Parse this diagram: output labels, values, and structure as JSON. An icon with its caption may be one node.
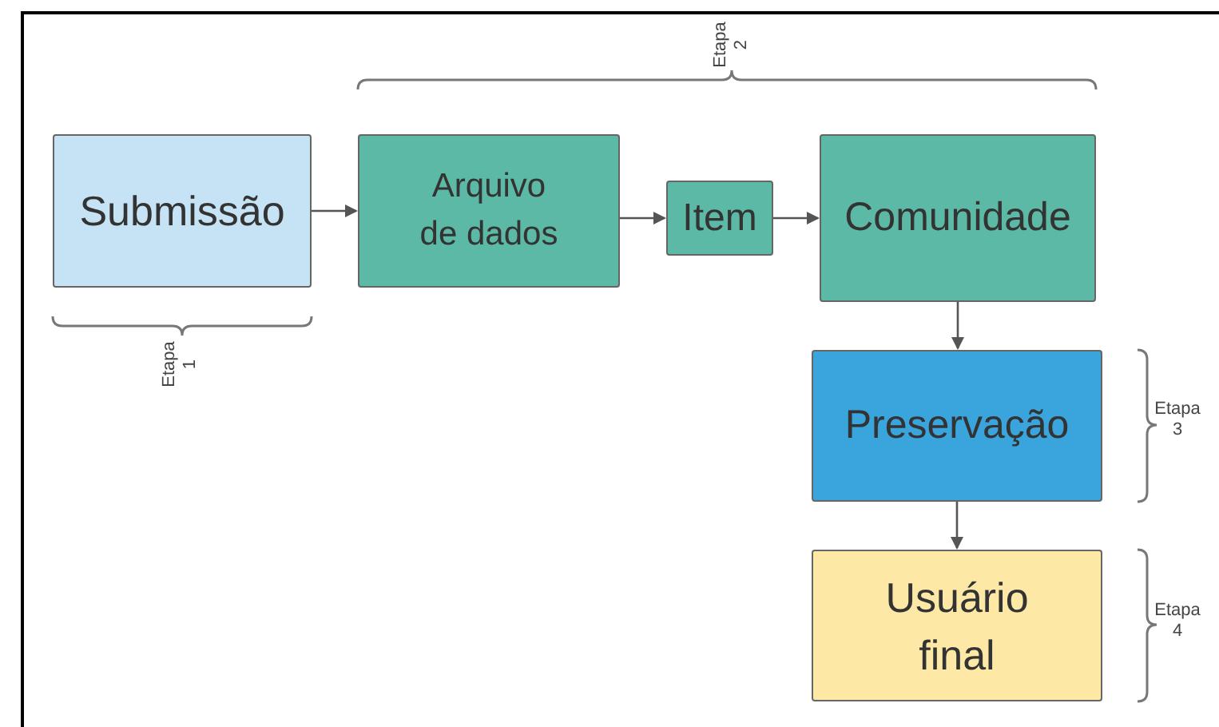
{
  "diagram": {
    "nodes": [
      {
        "text": [
          "Submissão"
        ]
      },
      {
        "text": [
          "Arquivo de dados"
        ]
      },
      {
        "text": [
          "Item"
        ]
      },
      {
        "text": [
          "Comunidade"
        ]
      },
      {
        "text": [
          "Preservação"
        ]
      },
      {
        "text": [
          "Usuário final"
        ]
      }
    ],
    "edges": [
      {
        "from": 0,
        "to": 1,
        "arrow": "to"
      },
      {
        "from": 1,
        "to": 2,
        "arrow": "to"
      },
      {
        "from": 2,
        "to": 3,
        "arrow": "to"
      },
      {
        "from": 3,
        "to": 4,
        "arrow": "to"
      },
      {
        "from": 4,
        "to": 5,
        "arrow": "to"
      }
    ],
    "labels": [
      "Etapa 2",
      "Etapa 1",
      "Etapa 3",
      "Etapa 4"
    ]
  }
}
